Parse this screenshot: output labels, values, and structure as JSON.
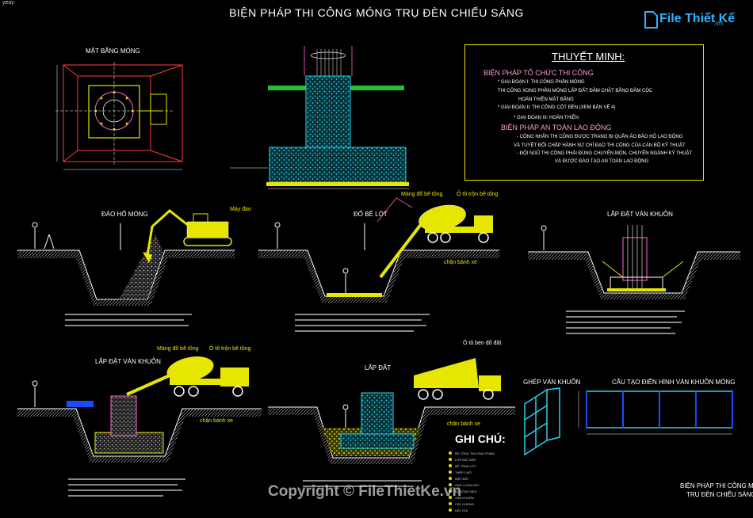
{
  "corner_text": "yeay",
  "title": "BIỆN PHÁP THI CÔNG MÓNG TRỤ ĐÈN CHIẾU SÁNG",
  "logo": {
    "text": "File Thiết Kế",
    "suffix": ".vn"
  },
  "notes": {
    "heading": "THUYẾT MINH:",
    "section1": "BIỆN PHÁP TỔ CHỨC THI CÔNG",
    "lines1": [
      "* GIAI ĐOẠN I: THI CÔNG PHẦN MÓNG",
      "THI CÔNG XONG PHẦN MÓNG LẤP ĐẤT ĐẦM CHẶT BẰNG ĐẦM CÓC",
      "HOÀN THIỆN MẶT BẰNG",
      "* GIAI ĐOẠN II: THI CÔNG CỘT ĐÈN (XEM BẢN VẼ 4)",
      "* GIAI ĐOẠN III: HOÀN THIỆN"
    ],
    "section2": "BIỆN PHÁP AN TOÀN LAO ĐỘNG",
    "lines2": [
      "- CÔNG NHÂN THI CÔNG ĐƯỢC TRANG BỊ QUẦN ÁO BẢO HỘ LAO ĐỘNG",
      "VÀ TUYỆT ĐỐI CHẤP HÀNH SỰ CHỈ ĐẠO THI CÔNG CỦA CÁN BỘ KỸ THUẬT",
      "- ĐỘI NGŨ THI CÔNG PHẢI ĐÚNG CHUYÊN MÔN, CHUYÊN NGÀNH KỸ THUẬT",
      "VÀ ĐƯỢC ĐÀO TẠO AN TOÀN LAO ĐỘNG"
    ]
  },
  "sections": {
    "plan": "MẶT BẰNG MÓNG",
    "excavation": "ĐÀO HỐ MÓNG",
    "lean_concrete": "ĐỔ BÊ LÓT",
    "formwork1": "LẮP ĐẶT VÁN KHUÔN",
    "formwork2": "LẮP ĐẶT VÁN KHUÔN",
    "backfill": "LẤP ĐẤT",
    "formwork_panel": "GHÉP VÁN KHUÔN",
    "formwork_detail": "CẤU TẠO ĐIỂN HÌNH VÁN KHUÔN MÓNG"
  },
  "labels": {
    "excavator": "Máy đào",
    "pump_chute_1": "Máng đổ bê tông",
    "mixer_truck_1": "Ô tô trộn bê tông",
    "wheel_chock_1": "chặn bánh xe",
    "pump_chute_2": "Máng đổ bê tông",
    "mixer_truck_2": "Ô tô trộn bê tông",
    "wheel_chock_2": "chặn bánh xe",
    "dump_truck": "Ô tô ben đổ đất",
    "wheel_chock_3": "chặn bánh xe"
  },
  "ghi_chu": {
    "heading": "GHI CHÚ:",
    "items": [
      "BÊ TÔNG THƯƠNG PHẨM",
      "LỚP ĐẤT ĐẮP",
      "BÊ TÔNG LÓT",
      "THÉP CHỜ",
      "MẶT ĐẤT",
      "ỐNG LUỒN DÂY",
      "BU LÔNG NEO",
      "VÁN KHUÔN",
      "CÂY CHỐNG",
      "DÂY DỌI"
    ]
  },
  "bottom_right": [
    "BIỆN PHÁP THI CÔNG MÓNG",
    "TRỤ ĐÈN CHIẾU SÁNG"
  ],
  "copyright": "Copyright © FileThietKe.vn",
  "colors": {
    "background": "#000000",
    "concrete": "#22d3ee",
    "soil": "#e6e600",
    "grass": "#1fbf3a",
    "rebar": "#ff66cc",
    "note_border": "#e5e500",
    "watermark": "#2db3ff"
  }
}
